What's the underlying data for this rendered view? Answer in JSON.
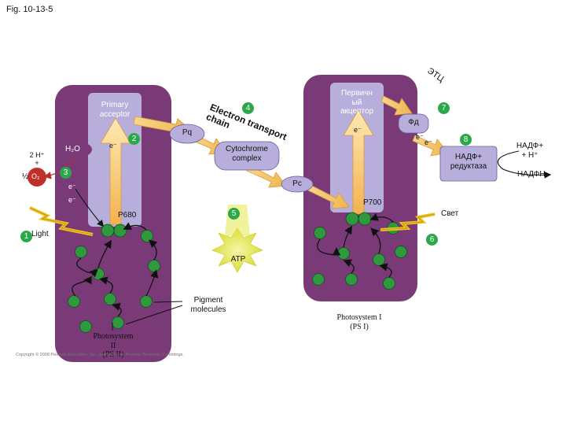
{
  "figure": {
    "caption": "Fig. 10-13-5"
  },
  "etc_label": "ЭТЦ",
  "ps2": {
    "primary_acceptor": "Primary\nacceptor",
    "reaction_center": "P680",
    "name": "Photosystem\nII\n(PS II)"
  },
  "ps1": {
    "primary_acceptor": "Первичн\nый\nакцептор",
    "reaction_center": "P700",
    "name": "Photosystem I\n(PS I)"
  },
  "water": {
    "h2o": "H₂O",
    "products": "2 H⁺\n+",
    "o2_fraction": "½",
    "o2": "O₂"
  },
  "electron": "e⁻",
  "etc": {
    "chain_label": "Electron transport chain",
    "pq": "Pq",
    "cytochrome": "Cytochrome\ncomplex",
    "pc": "Pc",
    "atp": "ATP"
  },
  "fd": "Фд",
  "nadp_reductase": "НАДФ+\nредуктаза",
  "nadp_in": "НАДФ+\n+ H⁺",
  "nadph": "НАДФН",
  "light_ps2": "Light",
  "light_ps1": "Свет",
  "pigment_label": "Pigment\nmolecules",
  "copyright": "Copyright © 2008 Pearson Education, Inc., publishing as Pearson Benjamin Cummings.",
  "steps": [
    "1",
    "2",
    "3",
    "4",
    "5",
    "6",
    "7",
    "8"
  ],
  "colors": {
    "membrane": "#7a3a78",
    "antenna": "#b8aedb",
    "arrow_yellow": "#f2c36a",
    "arrow_yellow_light": "#fde7b0",
    "pigment_green": "#2e9a3d",
    "step_circle": "#2aa84a",
    "cytochrome": "#b8aedb",
    "atp_glow": "#e6e84a"
  }
}
